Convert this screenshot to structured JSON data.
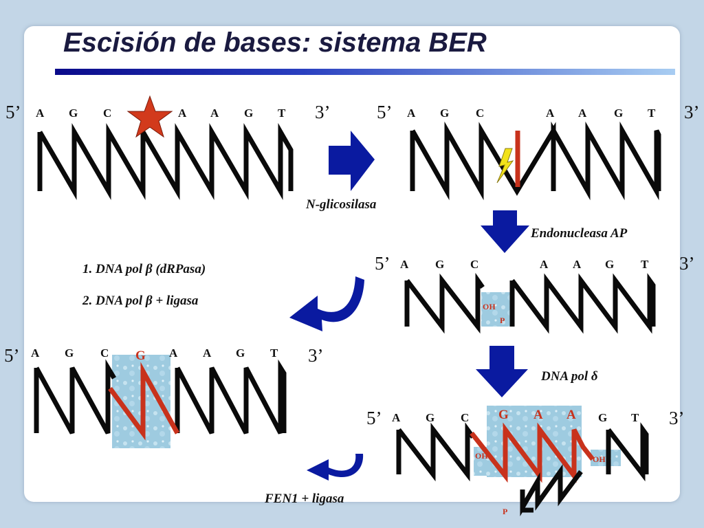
{
  "title": "Escisión de bases: sistema BER",
  "ends": {
    "five": "5’",
    "three": "3’"
  },
  "strand1": {
    "bases": [
      "A",
      "G",
      "C",
      "A",
      "A",
      "G",
      "T"
    ]
  },
  "strand2": {
    "bases": [
      "A",
      "G",
      "C",
      "A",
      "A",
      "G",
      "T"
    ]
  },
  "strand3": {
    "bases": [
      "A",
      "G",
      "C",
      "A",
      "A",
      "G",
      "T"
    ],
    "oh": "OH",
    "p": "P"
  },
  "strand4": {
    "bases": [
      "A",
      "G",
      "C",
      "G",
      "A",
      "A",
      "G",
      "T"
    ],
    "oh_left": "OH",
    "oh_right": "OH",
    "p": "P"
  },
  "strand5": {
    "bases": [
      "A",
      "G",
      "C",
      "G",
      "A",
      "A",
      "G",
      "T"
    ]
  },
  "labels": {
    "glycosylase": "N-glicosilasa",
    "endonuclease": "Endonucleasa AP",
    "pol_delta": "DNA pol δ",
    "fen1": "FEN1 + ligasa",
    "step1": "1. DNA pol β (dRPasa)",
    "step2": "2. DNA pol β + ligasa"
  },
  "colors": {
    "damage": "#d23a1c",
    "repair": "#c8321c",
    "arrow": "#0a1aa0",
    "patch": "#9ecbe0",
    "bolt": "#f2e21a"
  },
  "icons": [
    "damage-star-icon",
    "cleavage-bolt-icon"
  ]
}
